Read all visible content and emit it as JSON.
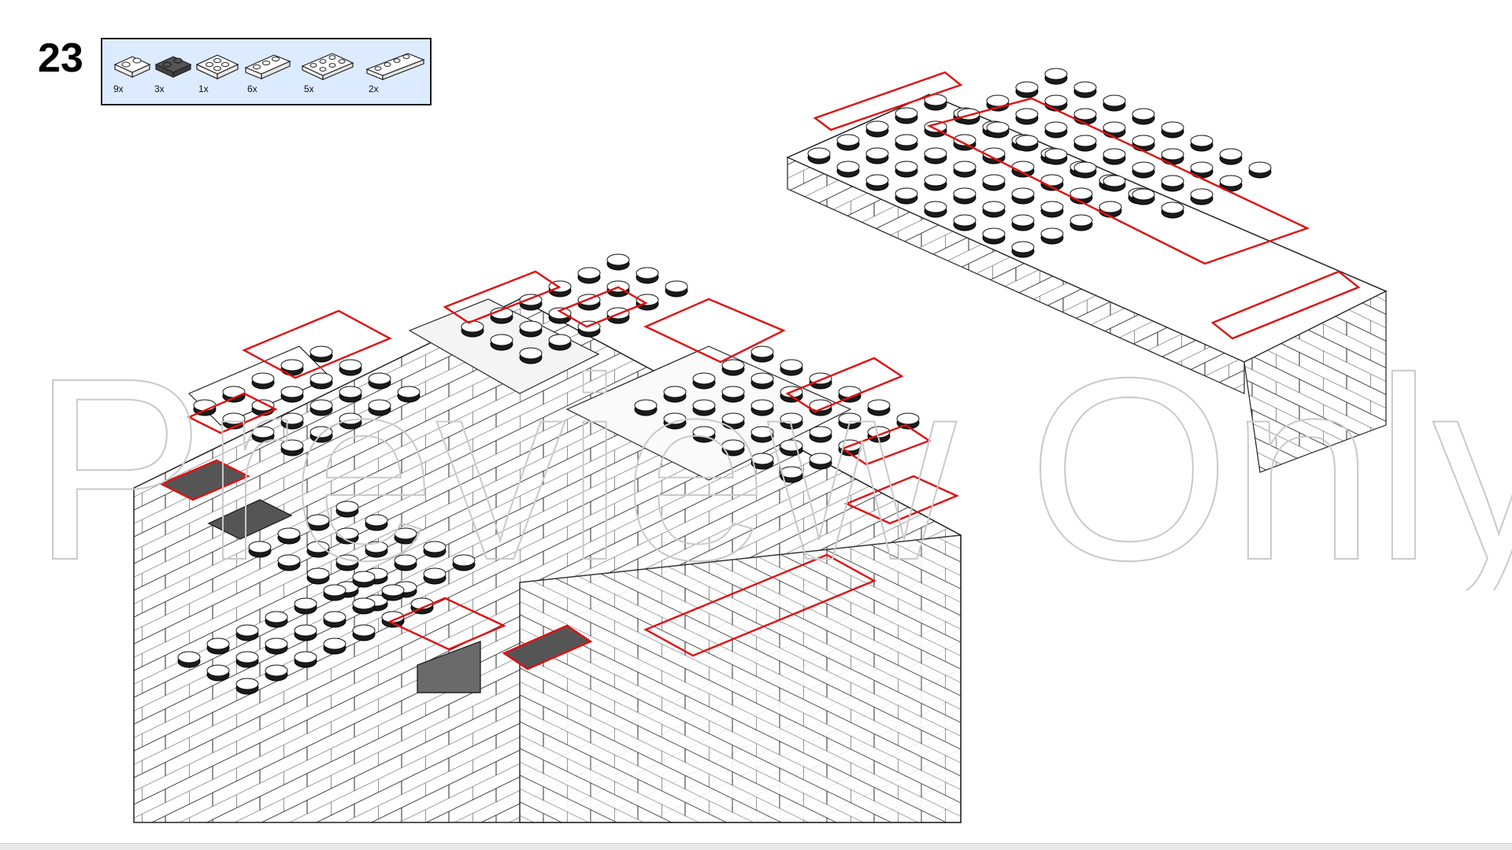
{
  "step": {
    "number": "23"
  },
  "parts": [
    {
      "name": "plate-1x2-white",
      "qty": "9x",
      "color": "#ffffff",
      "studs": 2
    },
    {
      "name": "plate-1x2-dark-gray",
      "qty": "3x",
      "color": "#555555",
      "studs": 2
    },
    {
      "name": "plate-2x2-white",
      "qty": "1x",
      "color": "#ffffff",
      "studs": 4
    },
    {
      "name": "plate-1x3-white",
      "qty": "6x",
      "color": "#ffffff",
      "studs": 3
    },
    {
      "name": "plate-2x3-white",
      "qty": "5x",
      "color": "#ffffff",
      "studs": 6
    },
    {
      "name": "plate-1x4-white",
      "qty": "2x",
      "color": "#ffffff",
      "studs": 4
    }
  ],
  "watermark": {
    "text": "Preview Only"
  },
  "colors": {
    "highlight": "#e01010",
    "outline": "#1a1a1a",
    "dark_plate": "#555555",
    "parts_background": "#dcebff"
  }
}
